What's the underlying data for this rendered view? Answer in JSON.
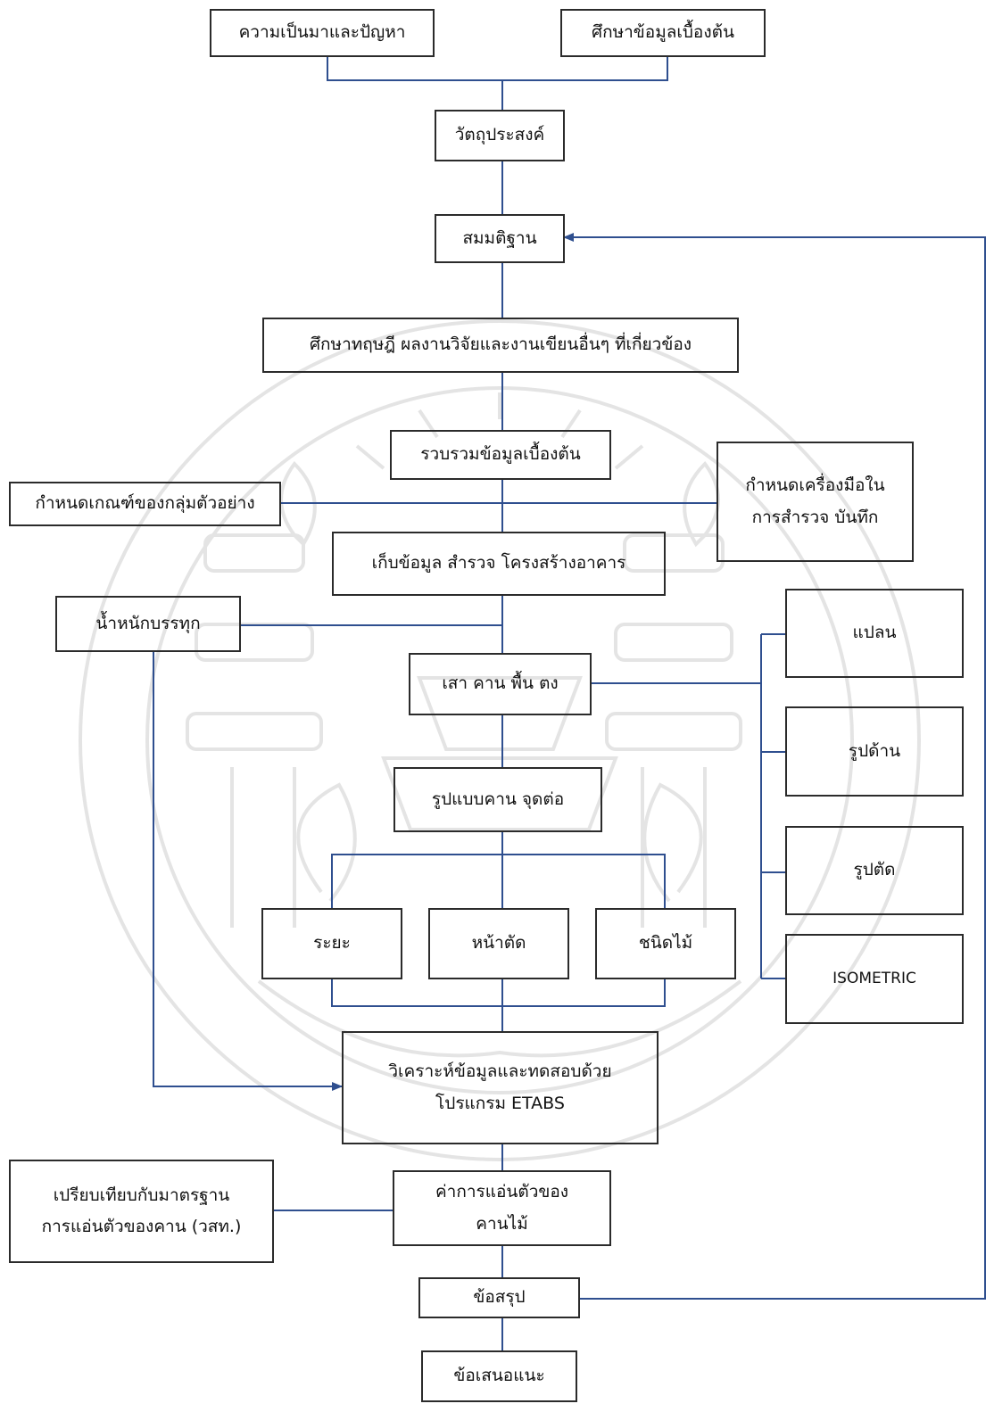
{
  "diagram": {
    "nodes": {
      "background": "ความเป็นมาและปัญหา",
      "preliminary_study": "ศึกษาข้อมูลเบื้องต้น",
      "objectives": "วัตถุประสงค์",
      "hypothesis": "สมมติฐาน",
      "literature": "ศึกษาทฤษฎี ผลงานวิจัยและงานเขียนอื่นๆ ที่เกี่ยวข้อง",
      "collect_preliminary": "รวบรวมข้อมูลเบื้องต้น",
      "sample_criteria": "กำหนดเกณฑ์ของกลุ่มตัวอย่าง",
      "survey_tools_line1": "กำหนดเครื่องมือใน",
      "survey_tools_line2": "การสำรวจ บันทึก",
      "data_collection": "เก็บข้อมูล สำรวจ โครงสร้างอาคาร",
      "load": "น้ำหนักบรรทุก",
      "structural_members": "เสา คาน พื้น ตง",
      "beam_joint": "รูปแบบคาน จุดต่อ",
      "span": "ระยะ",
      "section": "หน้าตัด",
      "wood_type": "ชนิดไม้",
      "plan": "แปลน",
      "elevation": "รูปด้าน",
      "cross_section": "รูปตัด",
      "isometric": "ISOMETRIC",
      "analysis_line1": "วิเคราะห์ข้อมูลและทดสอบด้วย",
      "analysis_line2": "โปรแกรม ETABS",
      "compare_line1": "เปรียบเทียบกับมาตรฐาน",
      "compare_line2": "การแอ่นตัวของคาน (วสท.)",
      "deflection_line1": "ค่าการแอ่นตัวของ",
      "deflection_line2": "คานไม้",
      "conclusion": "ข้อสรุป",
      "recommendation": "ข้อเสนอแนะ"
    },
    "colors": {
      "connector": "#2f4f8f",
      "box_border": "#2b2b2b",
      "watermark": "#e6e6e6"
    }
  }
}
